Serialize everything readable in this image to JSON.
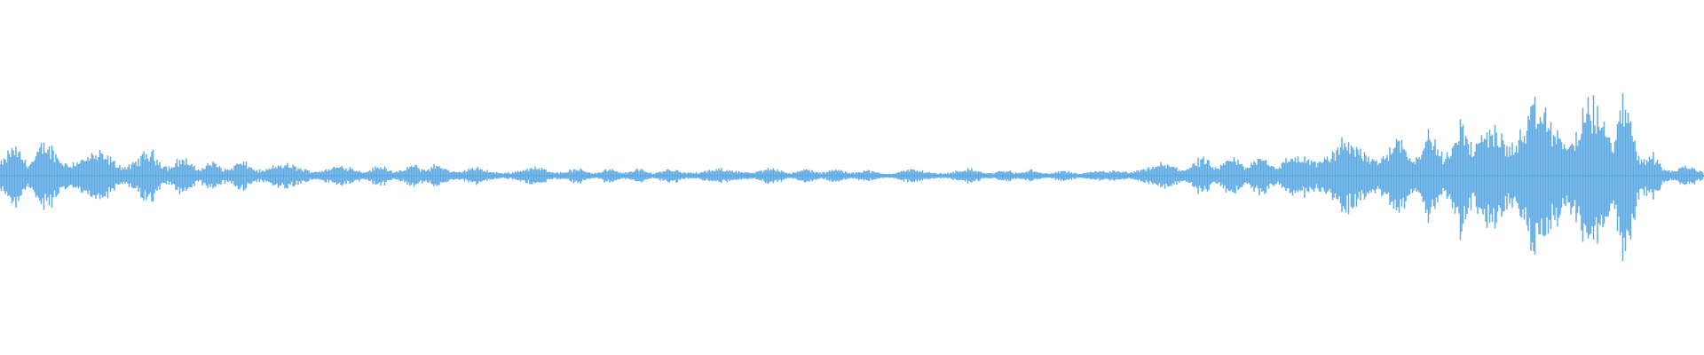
{
  "chart_data": {
    "type": "area",
    "description_kind": "audio-waveform",
    "title": "",
    "xlabel": "",
    "ylabel": "",
    "ylim": [
      -1,
      1
    ],
    "grid": false,
    "legend": "none",
    "color": "#62ace4",
    "amplitude_envelope": [
      0.18,
      0.17,
      0.2,
      0.18,
      0.12,
      0.15,
      0.12,
      0.15,
      0.12,
      0.1,
      0.08,
      0.09,
      0.07,
      0.07,
      0.07,
      0.06,
      0.06,
      0.06,
      0.06,
      0.05,
      0.09,
      0.05,
      0.05,
      0.04,
      0.04,
      0.05,
      0.05,
      0.04,
      0.04,
      0.04,
      0.04,
      0.04,
      0.04,
      0.04,
      0.04,
      0.04,
      0.05,
      0.04,
      0.04,
      0.04,
      0.04,
      0.03,
      0.03,
      0.04,
      0.03,
      0.04,
      0.04,
      0.03,
      0.04,
      0.03,
      0.03,
      0.03,
      0.03,
      0.05,
      0.06,
      0.08,
      0.1,
      0.1,
      0.12,
      0.12,
      0.13,
      0.12,
      0.2,
      0.22,
      0.2,
      0.22,
      0.24,
      0.26,
      0.25,
      0.4,
      0.3,
      0.4,
      0.42,
      0.4,
      0.48,
      0.42,
      0.55,
      0.25,
      0.07,
      0.06
    ]
  }
}
